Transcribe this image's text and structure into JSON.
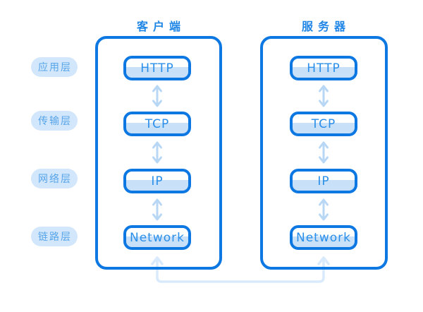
{
  "colors": {
    "stroke_blue": "#0e78e2",
    "title_blue": "#1f86e6",
    "box_text_blue": "#2b8fe9",
    "box_fill_bottom": "#c8e1f9",
    "label_bg": "#d2e7fb",
    "label_text": "#57a4ea",
    "arrow_blue": "#b8d7f5",
    "connector_blue": "#d9eafc"
  },
  "layers": [
    {
      "label": "应用层"
    },
    {
      "label": "传输层"
    },
    {
      "label": "网络层"
    },
    {
      "label": "链路层"
    }
  ],
  "columns": [
    {
      "title": "客户端",
      "boxes": [
        "HTTP",
        "TCP",
        "IP",
        "Network"
      ]
    },
    {
      "title": "服务器",
      "boxes": [
        "HTTP",
        "TCP",
        "IP",
        "Network"
      ]
    }
  ]
}
